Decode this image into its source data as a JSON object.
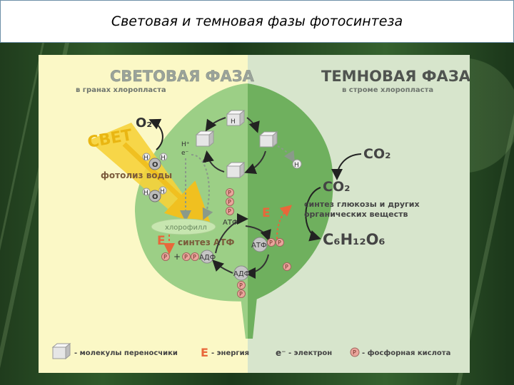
{
  "title": "Световая и темновая фазы фотосинтеза",
  "light_phase": {
    "heading": "СВЕТОВАЯ ФАЗА",
    "subheading": "в гранах хлоропласта",
    "light_label": "СВЕТ",
    "o2": "O₂",
    "photolysis": "фотолиз воды",
    "chlorophyll": "хлорофилл",
    "energy": "E",
    "atp_synthesis": "синтез АТФ",
    "atp": "АТФ",
    "adp": "АДФ",
    "phosphate": "P",
    "hydrogen": "H",
    "oxygen": "O",
    "h_plus": "H⁺",
    "electron": "e⁻",
    "plus": "+"
  },
  "dark_phase": {
    "heading": "ТЕМНОВАЯ ФАЗА",
    "subheading": "в строме хлоропласта",
    "co2_outer": "CO₂",
    "co2_inner": "CO₂",
    "synthesis_line1": "синтез глюкозы и других",
    "synthesis_line2": "органических веществ",
    "glucose": "C₆H₁₂O₆",
    "energy": "E",
    "atp": "АТФ",
    "adp": "АДФ",
    "phosphate": "P",
    "hydrogen": "H"
  },
  "legend": {
    "carriers": "- молекулы переносчики",
    "energy_symbol": "E",
    "energy": "- энергия",
    "electron_symbol": "e⁻",
    "electron": "- электрон",
    "phosphate_symbol": "P",
    "phosphate": "- фосфорная кислота"
  },
  "colors": {
    "light_bg": "#fbf8c6",
    "dark_bg": "#d7e5cc",
    "leaf_light": "#9ccf86",
    "leaf_dark": "#6fb05e",
    "heading_gray": "#9aa39a",
    "dark_text": "#505450",
    "energy_orange": "#e8673a",
    "phosphate_fill": "#eba59c"
  }
}
